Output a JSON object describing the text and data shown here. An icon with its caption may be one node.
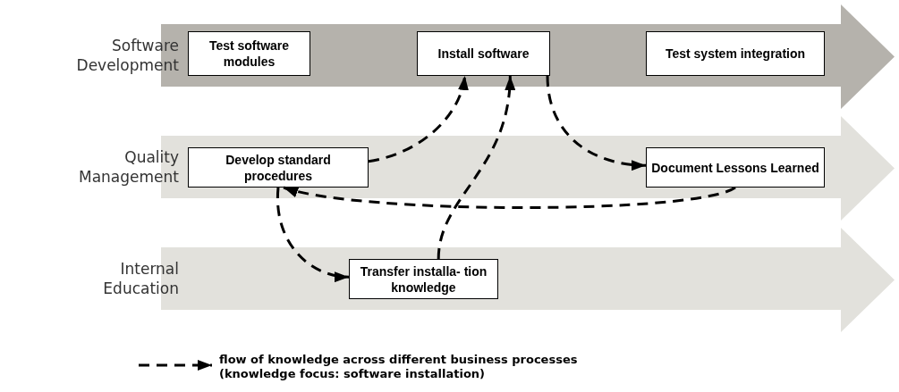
{
  "diagram": {
    "nodes": [
      {
        "text": [
          "Software Development"
        ]
      },
      {
        "text": [
          "Test software modules"
        ],
        "in": 0
      },
      {
        "text": [
          "Install software"
        ],
        "in": 0
      },
      {
        "text": [
          "Test system integration"
        ],
        "in": 0
      },
      {
        "text": [
          "Quality Management"
        ]
      },
      {
        "text": [
          "Develop standard procedures"
        ],
        "in": 4
      },
      {
        "text": [
          "Document Lessons Learned"
        ],
        "in": 4
      },
      {
        "text": [
          "Internal Education"
        ]
      },
      {
        "text": [
          "Transfer installa- tion knowledge"
        ],
        "in": 7
      }
    ],
    "edges": [
      {
        "from": 5,
        "to": 2,
        "arrow": "to"
      },
      {
        "from": 8,
        "to": 2,
        "arrow": "to"
      },
      {
        "from": 2,
        "to": 6,
        "arrow": "to"
      },
      {
        "from": 6,
        "to": 5,
        "arrow": "to"
      },
      {
        "from": 5,
        "to": 8,
        "arrow": "to"
      }
    ],
    "legend": [
      {
        "text": "flow of knowledge across different business processes (knowledge focus: software installation)"
      }
    ]
  }
}
